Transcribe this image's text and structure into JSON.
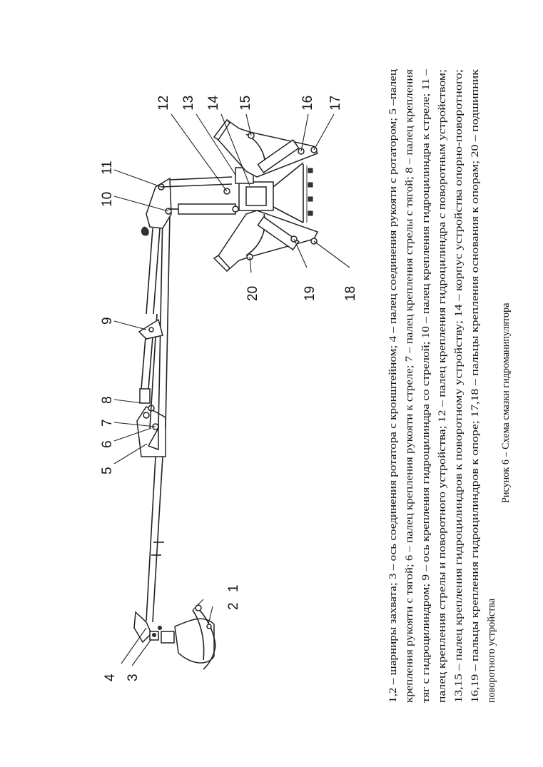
{
  "figure": {
    "caption_lines": [
      "1,2 – шарниры захвата; 3 – ось соединения ротатора с кронштейном; 4 – палец соединения рукояти с ротатором; 5 –палец",
      "крепления рукояти с тягой; 6 – палец крепления рукояти к стреле; 7 – палец крепления стрелы с тягой; 8 – палец крепления",
      "тяг с гидроцилиндром; 9 – ось  крепления гидроцилиндра со стрелой; 10 – палец крепления гидроцилиндра к стреле; 11 –",
      "палец крепления   стрелы и поворотного устройства; 12 – палец крепления гидроцилиндра с поворотным устройством;",
      "13,15   – палец  крепления  гидроцилиндров  к  поворотному  устройству;  14  –  корпус  устройства  опорно-поворотного;",
      "16,19 – пальцы крепления гидроцилиндров к опоре;  17,18  –  пальцы  крепления  основания  к  опорам;  20  –  подшипник",
      "поворотного устройства"
    ],
    "title": "Рисунок 6  –  Схема смазки гидроманипулятора"
  },
  "labels": [
    "1",
    "2",
    "3",
    "4",
    "5",
    "6",
    "7",
    "8",
    "9",
    "10",
    "11",
    "12",
    "13",
    "14",
    "15",
    "16",
    "17",
    "18",
    "19",
    "20"
  ],
  "colors": {
    "ink": "#222222",
    "background": "#ffffff"
  }
}
